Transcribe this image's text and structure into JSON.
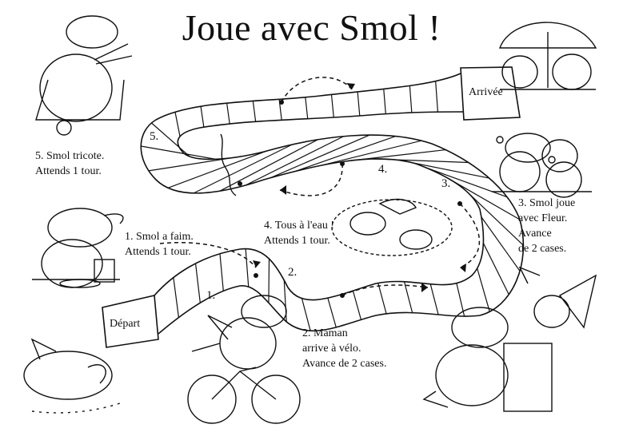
{
  "title": "Joue avec Smol !",
  "start_label": "Départ",
  "end_label": "Arrivée",
  "square_numbers": [
    "1.",
    "2.",
    "3.",
    "4.",
    "5."
  ],
  "instructions": [
    {
      "lines": [
        "1. Smol a faim.",
        "Attends 1 tour."
      ]
    },
    {
      "lines": [
        "2. Maman",
        "arrive à vélo.",
        "Avance de 2 cases."
      ]
    },
    {
      "lines": [
        "3. Smol joue",
        "avec Fleur.",
        "Avance",
        "de 2 cases."
      ]
    },
    {
      "lines": [
        "4. Tous à l'eau !",
        "Attends 1 tour."
      ]
    },
    {
      "lines": [
        "5. Smol tricote.",
        "Attends 1 tour."
      ]
    }
  ],
  "illustrations": [
    "dragon-knitting-icon",
    "dragon-eating-icon",
    "dragon-sleeping-icon",
    "dragon-on-bicycle-icon",
    "dragon-with-fairy-icon",
    "dragons-playing-flowers-icon",
    "dragons-swimming-icon",
    "dragons-under-umbrella-icon"
  ]
}
